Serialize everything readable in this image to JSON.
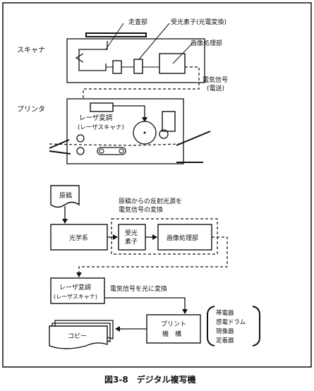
{
  "top": {
    "scanner_title": "スキャナ",
    "printer_title": "プリンタ",
    "label_scan_unit": "走査部",
    "label_photo_element": "受光素子(光電変換)",
    "label_image_proc": "画像処理部",
    "label_signal_1": "電気信号",
    "label_signal_2": "(電送)",
    "label_laser_1": "レーザ変調",
    "label_laser_2": "(レーザスキャナ)"
  },
  "flow": {
    "original": "原稿",
    "reflect_note_1": "原稿からの反射光源を",
    "reflect_note_2": "電気信号の変換",
    "optics": "光学系",
    "photo_1": "受光",
    "photo_2": "素子",
    "image_proc": "画像処理部",
    "laser_1": "レーザ変調",
    "laser_2": "(レーザスキャナ)",
    "signal_to_light": "電気信号を光に変換",
    "print_1": "プリント",
    "print_2": "機　構",
    "copy": "コピー",
    "parts": [
      "帯電器",
      "感電ドラム",
      "現像器",
      "定着器"
    ]
  },
  "caption": "図3-8　デジタル複写機"
}
